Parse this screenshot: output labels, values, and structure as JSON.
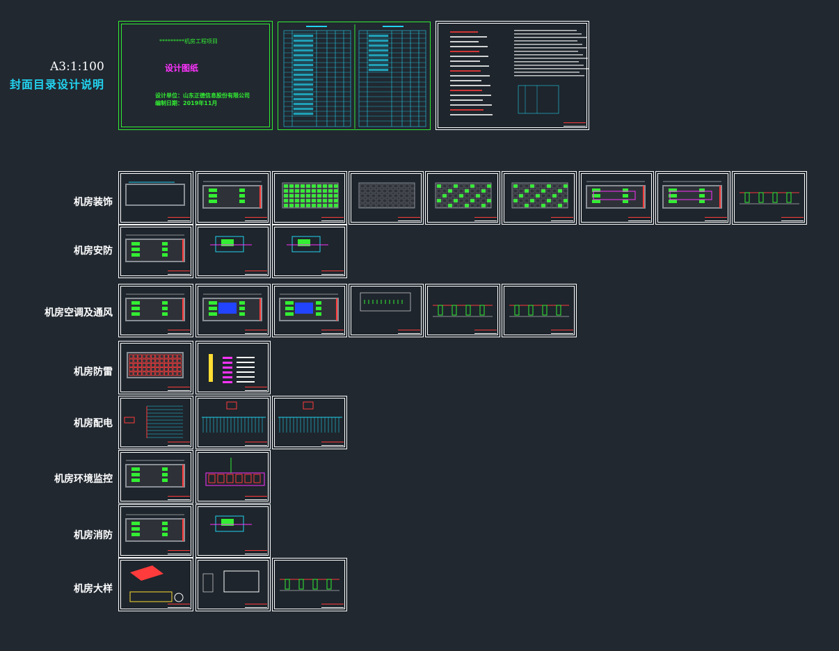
{
  "scale_label": "A3:1:100",
  "cover_section_title": "封面目录设计说明",
  "cover": {
    "project": "*********机房工程项目",
    "title": "设计图纸",
    "designer": "设计单位：山东正德信息股份有限公司",
    "date": "编制日期：2019年11月"
  },
  "categories": [
    {
      "label": "机房装饰"
    },
    {
      "label": "机房安防"
    },
    {
      "label": "机房空调及通风"
    },
    {
      "label": "机房防雷"
    },
    {
      "label": "机房配电"
    },
    {
      "label": "机房环境监控"
    },
    {
      "label": "机房消防"
    },
    {
      "label": "机房大样"
    }
  ],
  "colors": {
    "background": "#212830",
    "cad_green": "#33ee33",
    "cad_cyan": "#22d3f0",
    "cad_magenta": "#ff33ff",
    "cad_red": "#ff3b3b",
    "cad_white": "#ffffff"
  }
}
